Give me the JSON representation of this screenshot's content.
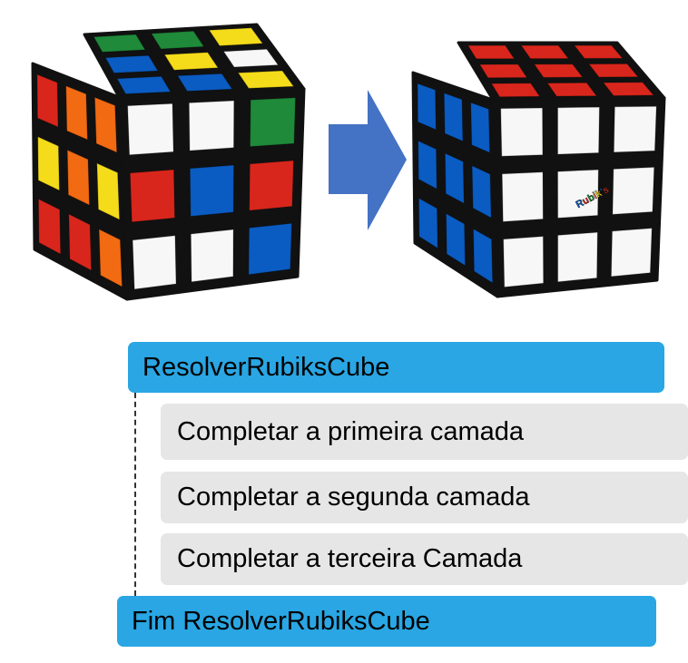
{
  "colors": {
    "bar_blue": "#29a6e3",
    "step_grey": "#e6e6e6",
    "arrow": "#4472c4",
    "cube_red": "#d9261c",
    "cube_blue": "#0a5cc2",
    "cube_white": "#f7f7f7",
    "cube_green": "#1e8a3a",
    "cube_yellow": "#f5dc1a",
    "cube_orange": "#f26a12"
  },
  "icons": {
    "scrambled_cube": "scrambled-rubiks-cube-image",
    "solved_cube": "solved-rubiks-cube-image",
    "arrow": "right-arrow-icon",
    "logo_text": "Rubik's"
  },
  "algorithm": {
    "start_label": "ResolverRubiksCube",
    "steps": [
      "Completar a primeira camada",
      "Completar a segunda camada",
      "Completar a terceira Camada"
    ],
    "end_label": "Fim ResolverRubiksCube"
  }
}
